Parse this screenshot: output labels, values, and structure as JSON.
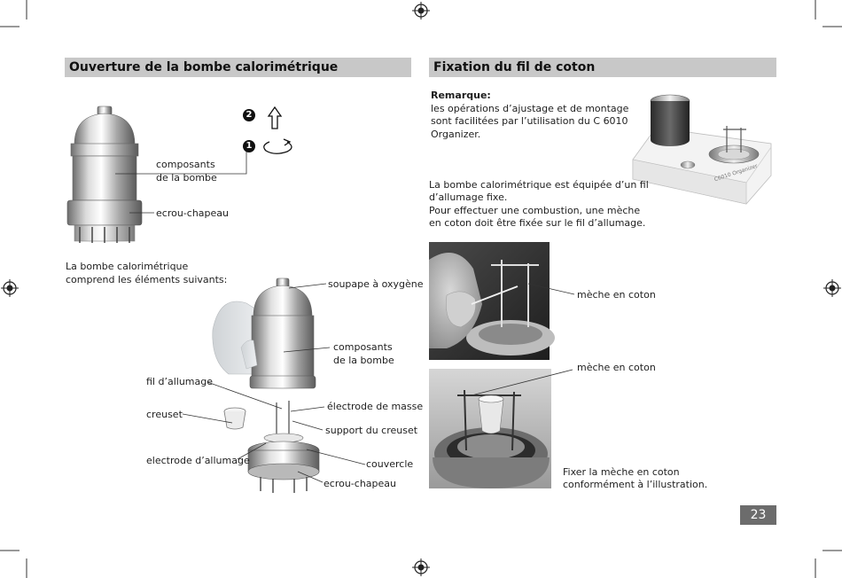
{
  "left_section": {
    "title": "Ouverture de la bombe calorimétrique",
    "step_markers": [
      "2",
      "1"
    ],
    "top_labels": {
      "composants_line1": "composants",
      "composants_line2": "de la bombe",
      "ecrou": "ecrou-chapeau"
    },
    "intro_line1": "La bombe calorimétrique",
    "intro_line2": "comprend les éléments suivants:",
    "parts": {
      "soupape": "soupape à oxygène",
      "composants_line1": "composants",
      "composants_line2": "de la bombe",
      "fil": "fil d’allumage",
      "creuset": "creuset",
      "electrode_masse": "électrode de masse",
      "support": "support du creuset",
      "electrode_allumage": "electrode d’allumage",
      "couvercle": "couvercle",
      "ecrou": "ecrou-chapeau"
    }
  },
  "right_section": {
    "title": "Fixation du fil de coton",
    "remark_label": "Remarque:",
    "remark_lines": [
      "les opérations d’ajustage et de montage",
      "sont facilitées par l’utilisation du C 6010",
      "Organizer."
    ],
    "organizer_label": "C6010 Organizer",
    "body_lines": [
      "La bombe calorimétrique est équipée d’un fil",
      "d’allumage fixe.",
      "Pour effectuer une combustion, une mèche",
      "en coton doit être fixée sur le fil d’allumage."
    ],
    "meche_label_1": "mèche en coton",
    "meche_label_2": "mèche en coton",
    "caption_lines": [
      "Fixer la mèche en coton",
      "conformément à l’illustration."
    ]
  },
  "page_number": "23"
}
